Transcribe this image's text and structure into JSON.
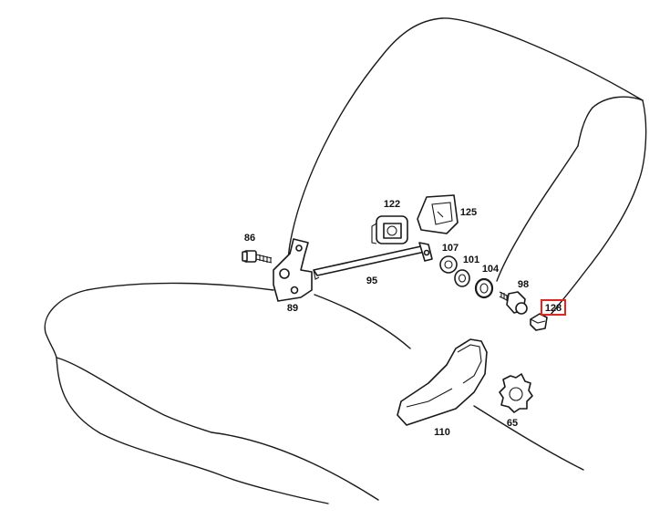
{
  "parts": [
    {
      "id": "part-86",
      "label": "86"
    },
    {
      "id": "part-89",
      "label": "89"
    },
    {
      "id": "part-95",
      "label": "95"
    },
    {
      "id": "part-122",
      "label": "122"
    },
    {
      "id": "part-125",
      "label": "125"
    },
    {
      "id": "part-107",
      "label": "107"
    },
    {
      "id": "part-101",
      "label": "101"
    },
    {
      "id": "part-104",
      "label": "104"
    },
    {
      "id": "part-98",
      "label": "98"
    },
    {
      "id": "part-128",
      "label": "128",
      "highlighted": true
    },
    {
      "id": "part-110",
      "label": "110"
    },
    {
      "id": "part-65",
      "label": "65"
    }
  ],
  "highlight_color": "#e8231a"
}
